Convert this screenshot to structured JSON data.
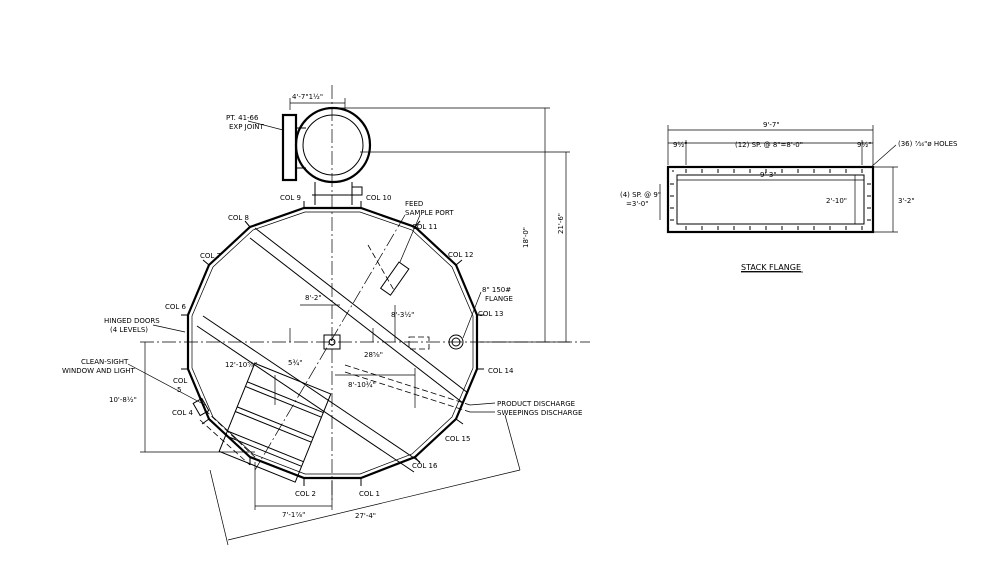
{
  "vessel": {
    "columns": [
      "COL 1",
      "COL 2",
      "COL 4",
      "COL 5",
      "COL 6",
      "COL 7",
      "COL 8",
      "COL 9",
      "COL 10",
      "COL 11",
      "COL 12",
      "COL 13",
      "COL 14",
      "COL 15",
      "COL 16"
    ],
    "col5_line1": "COL",
    "col5_line2": "5",
    "labels": {
      "exp_joint_1": "PT. 41-66",
      "exp_joint_2": "EXP JOINT",
      "feed_1": "FEED",
      "feed_2": "SAMPLE PORT",
      "flange_1": "8\" 150#",
      "flange_2": "FLANGE",
      "hinged_1": "HINGED DOORS",
      "hinged_2": "(4 LEVELS)",
      "clean_1": "CLEAN-SIGHT",
      "clean_2": "WINDOW AND LIGHT",
      "product": "PRODUCT DISCHARGE",
      "sweepings": "SWEEPINGS DISCHARGE"
    },
    "dims": {
      "top_width": "4'-7\"1½\"",
      "height_18": "18'-0\"",
      "height_21": "21'-6\"",
      "d_8_2": "8'-2\"",
      "d_8_3": "8'-3½\"",
      "d_5": "5¾\"",
      "d_28": "28⅝\"",
      "d_12_10": "12'-10⅝\"",
      "d_8_10": "8'-10¾\"",
      "d_10_8": "10'-8½\"",
      "d_7_1": "7'-1⅞\"",
      "d_27_4": "27'-4\""
    }
  },
  "stack_flange": {
    "title": "STACK FLANGE",
    "overall": "9'-7\"",
    "inner": "9'-3\"",
    "left_edge": "9½\"",
    "right_edge": "9½\"",
    "spacing_long": "(12) SP. @ 8\"=8'-0\"",
    "holes": "(36) ⁷⁄₁₆\"ø HOLES",
    "spacing_short_1": "(4) SP. @ 9\"",
    "spacing_short_2": "=3'-0\"",
    "inner_height": "2'-10\"",
    "outer_height": "3'-2\""
  }
}
